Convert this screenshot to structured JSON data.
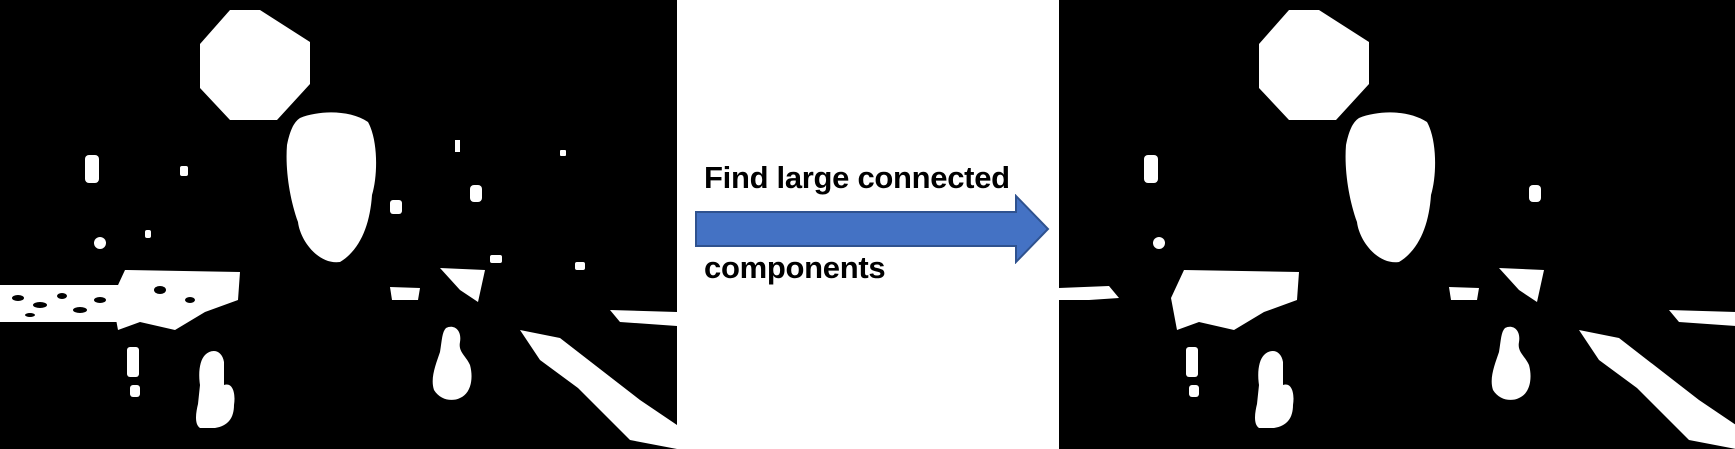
{
  "caption": {
    "line1": "Find large connected",
    "line2": "components"
  },
  "colors": {
    "background": "#ffffff",
    "mask_background": "#000000",
    "mask_foreground": "#ffffff",
    "arrow_fill": "#4472c4",
    "arrow_stroke": "#2f528f"
  },
  "panels": {
    "left": "binary mask (input)",
    "right": "binary mask (output)"
  }
}
